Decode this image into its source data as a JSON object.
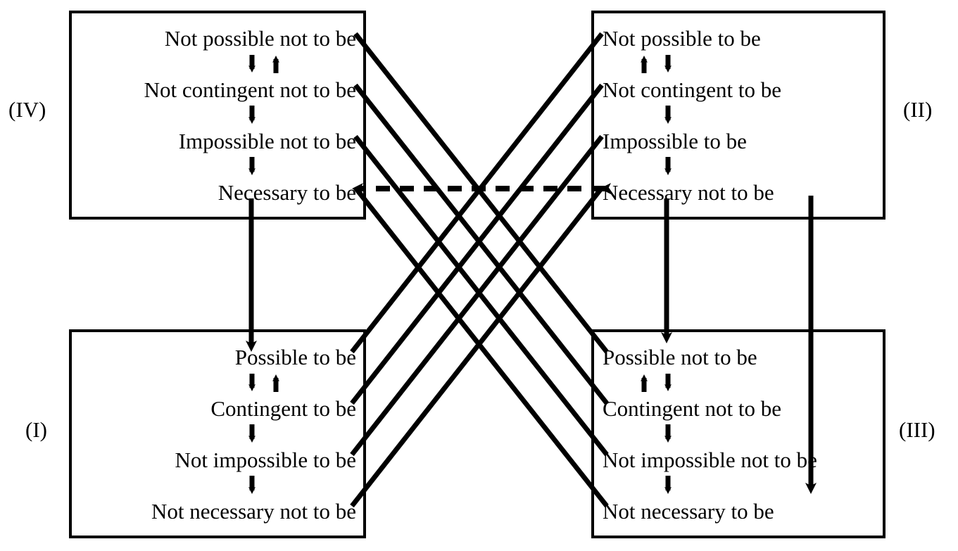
{
  "diagram": {
    "title": "Modal logic square of opposition - equivalence chains",
    "line_color": "#000000",
    "box_border_color": "#000000",
    "background": "#ffffff"
  },
  "quadrants": [
    {
      "id": "IV",
      "label": "(IV)",
      "label_position": "left",
      "position": "top-left",
      "align": "right",
      "rows": [
        "Not possible not to be",
        "Not contingent not to be",
        "Impossible not to be",
        "Necessary to be"
      ]
    },
    {
      "id": "II",
      "label": "(II)",
      "label_position": "right",
      "position": "top-right",
      "align": "left",
      "rows": [
        "Not possible to be",
        "Not contingent to be",
        "Impossible to be",
        "Necessary not to be"
      ]
    },
    {
      "id": "I",
      "label": "(I)",
      "label_position": "left",
      "position": "bottom-left",
      "align": "right",
      "rows": [
        "Possible to be",
        "Contingent to be",
        "Not impossible to be",
        "Not necessary not to be"
      ]
    },
    {
      "id": "III",
      "label": "(III)",
      "label_position": "right",
      "position": "bottom-right",
      "align": "left",
      "rows": [
        "Possible not to be",
        "Contingent not to be",
        "Not impossible not to be",
        "Not necessary to be"
      ]
    }
  ],
  "internal_arrows": {
    "iv": [
      "down-up-pair",
      "down",
      "down"
    ],
    "ii": [
      "up-down-pair",
      "down",
      "down"
    ],
    "i": [
      "down-up-pair",
      "down",
      "down"
    ],
    "iii": [
      "up-down-pair",
      "down",
      "down"
    ]
  },
  "connections": {
    "dashed_double_arrow": {
      "from": "Necessary to be",
      "to": "Necessary not to be",
      "style": "dashed",
      "heads": "both"
    },
    "vertical_arrows": [
      {
        "from": "Necessary to be (IV)",
        "to": "Possible to be (I)"
      },
      {
        "from": "Necessary not to be (II)",
        "to": "Possible not to be (III)"
      },
      {
        "from": "Necessary not to be (II)",
        "to": "Not necessary to be (III)"
      }
    ],
    "diagonals_iv_to_iii": [
      {
        "from": "Not possible not to be",
        "to": "Possible not to be"
      },
      {
        "from": "Not contingent not to be",
        "to": "Contingent not to be"
      },
      {
        "from": "Impossible not to be",
        "to": "Not impossible not to be"
      },
      {
        "from": "Necessary to be",
        "to": "Not necessary to be"
      }
    ],
    "diagonals_ii_to_i": [
      {
        "from": "Not possible to be",
        "to": "Possible to be"
      },
      {
        "from": "Not contingent to be",
        "to": "Contingent to be"
      },
      {
        "from": "Impossible to be",
        "to": "Not impossible to be"
      },
      {
        "from": "Necessary not to be",
        "to": "Not necessary not to be"
      }
    ]
  }
}
